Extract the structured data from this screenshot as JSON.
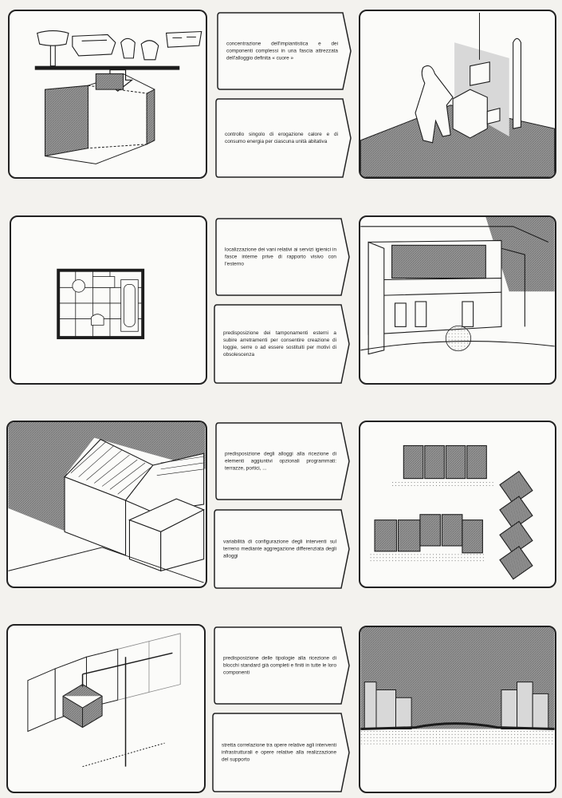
{
  "rows": [
    {
      "notes": [
        "concentrazione dell'impiantistica e dei componenti complessi in una fascia attrezzata dell'alloggio definita « cuore »",
        "controllo singolo di erogazione calore e di consumo energia per ciascuna unità abitativa"
      ]
    },
    {
      "notes": [
        "localizzazione dei vani relativi ai servizi igienici in fasce interne prive di rapporto visivo con l'esterno",
        "predisposizione dei tamponamenti esterni a subire arretramenti per consentire creazione di loggie, serre o ad essere sostituiti per motivi di obsolescenza"
      ]
    },
    {
      "notes": [
        "predisposizione degli alloggi alla ricezione di elementi aggiuntivi opzionali programmati: terrazze, portici, ...",
        "variabilità di configurazione degli interventi sul terreno mediante aggregazione differenziata degli alloggi"
      ]
    },
    {
      "notes": [
        "predisposizione delle tipologie alla ricezione di blocchi standard già completi e finiti in tutte le loro componenti",
        "stretta correlazione tra opere relative agli interventi infrastrutturali e opere relative alla realizzazione del supporto"
      ]
    }
  ],
  "colors": {
    "hatch": "#8e8e8e",
    "ink": "#1c1c1c",
    "paper": "#fbfbf9"
  }
}
